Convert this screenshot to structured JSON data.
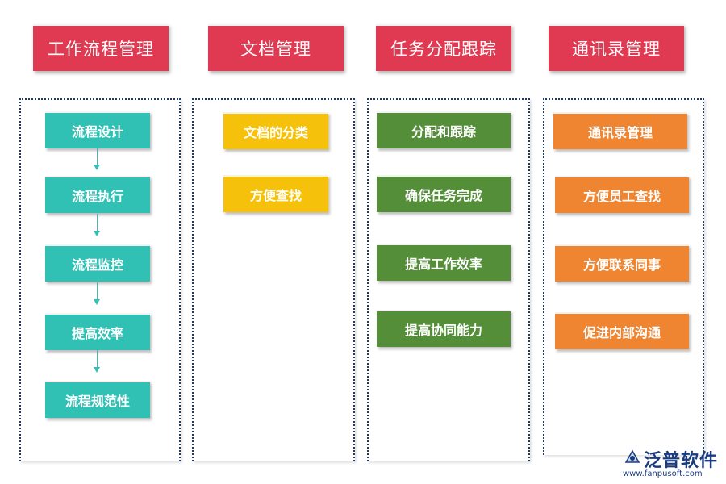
{
  "colors": {
    "header_red": "#e03a52",
    "teal": "#30c0b4",
    "yellow": "#f6c10a",
    "green": "#548e38",
    "orange": "#ef8531",
    "panel_border": "#1f3b63",
    "logo_blue": "#1a3b80"
  },
  "columns": [
    {
      "title": "工作流程管理",
      "color": "teal",
      "items": [
        "流程设计",
        "流程执行",
        "流程监控",
        "提高效率",
        "流程规范性"
      ]
    },
    {
      "title": "文档管理",
      "color": "yellow",
      "items": [
        "文档的分类",
        "方便查找"
      ]
    },
    {
      "title": "任务分配跟踪",
      "color": "green",
      "items": [
        "分配和跟踪",
        "确保任务完成",
        "提高工作效率",
        "提高协同能力"
      ]
    },
    {
      "title": "通讯录管理",
      "color": "orange",
      "items": [
        "通讯录管理",
        "方便员工查找",
        "方便联系同事",
        "促进内部沟通"
      ]
    }
  ],
  "logo": {
    "name": "泛普软件",
    "url": "www.fanpusoft.com",
    "icon": "fanpu-logo-icon"
  }
}
